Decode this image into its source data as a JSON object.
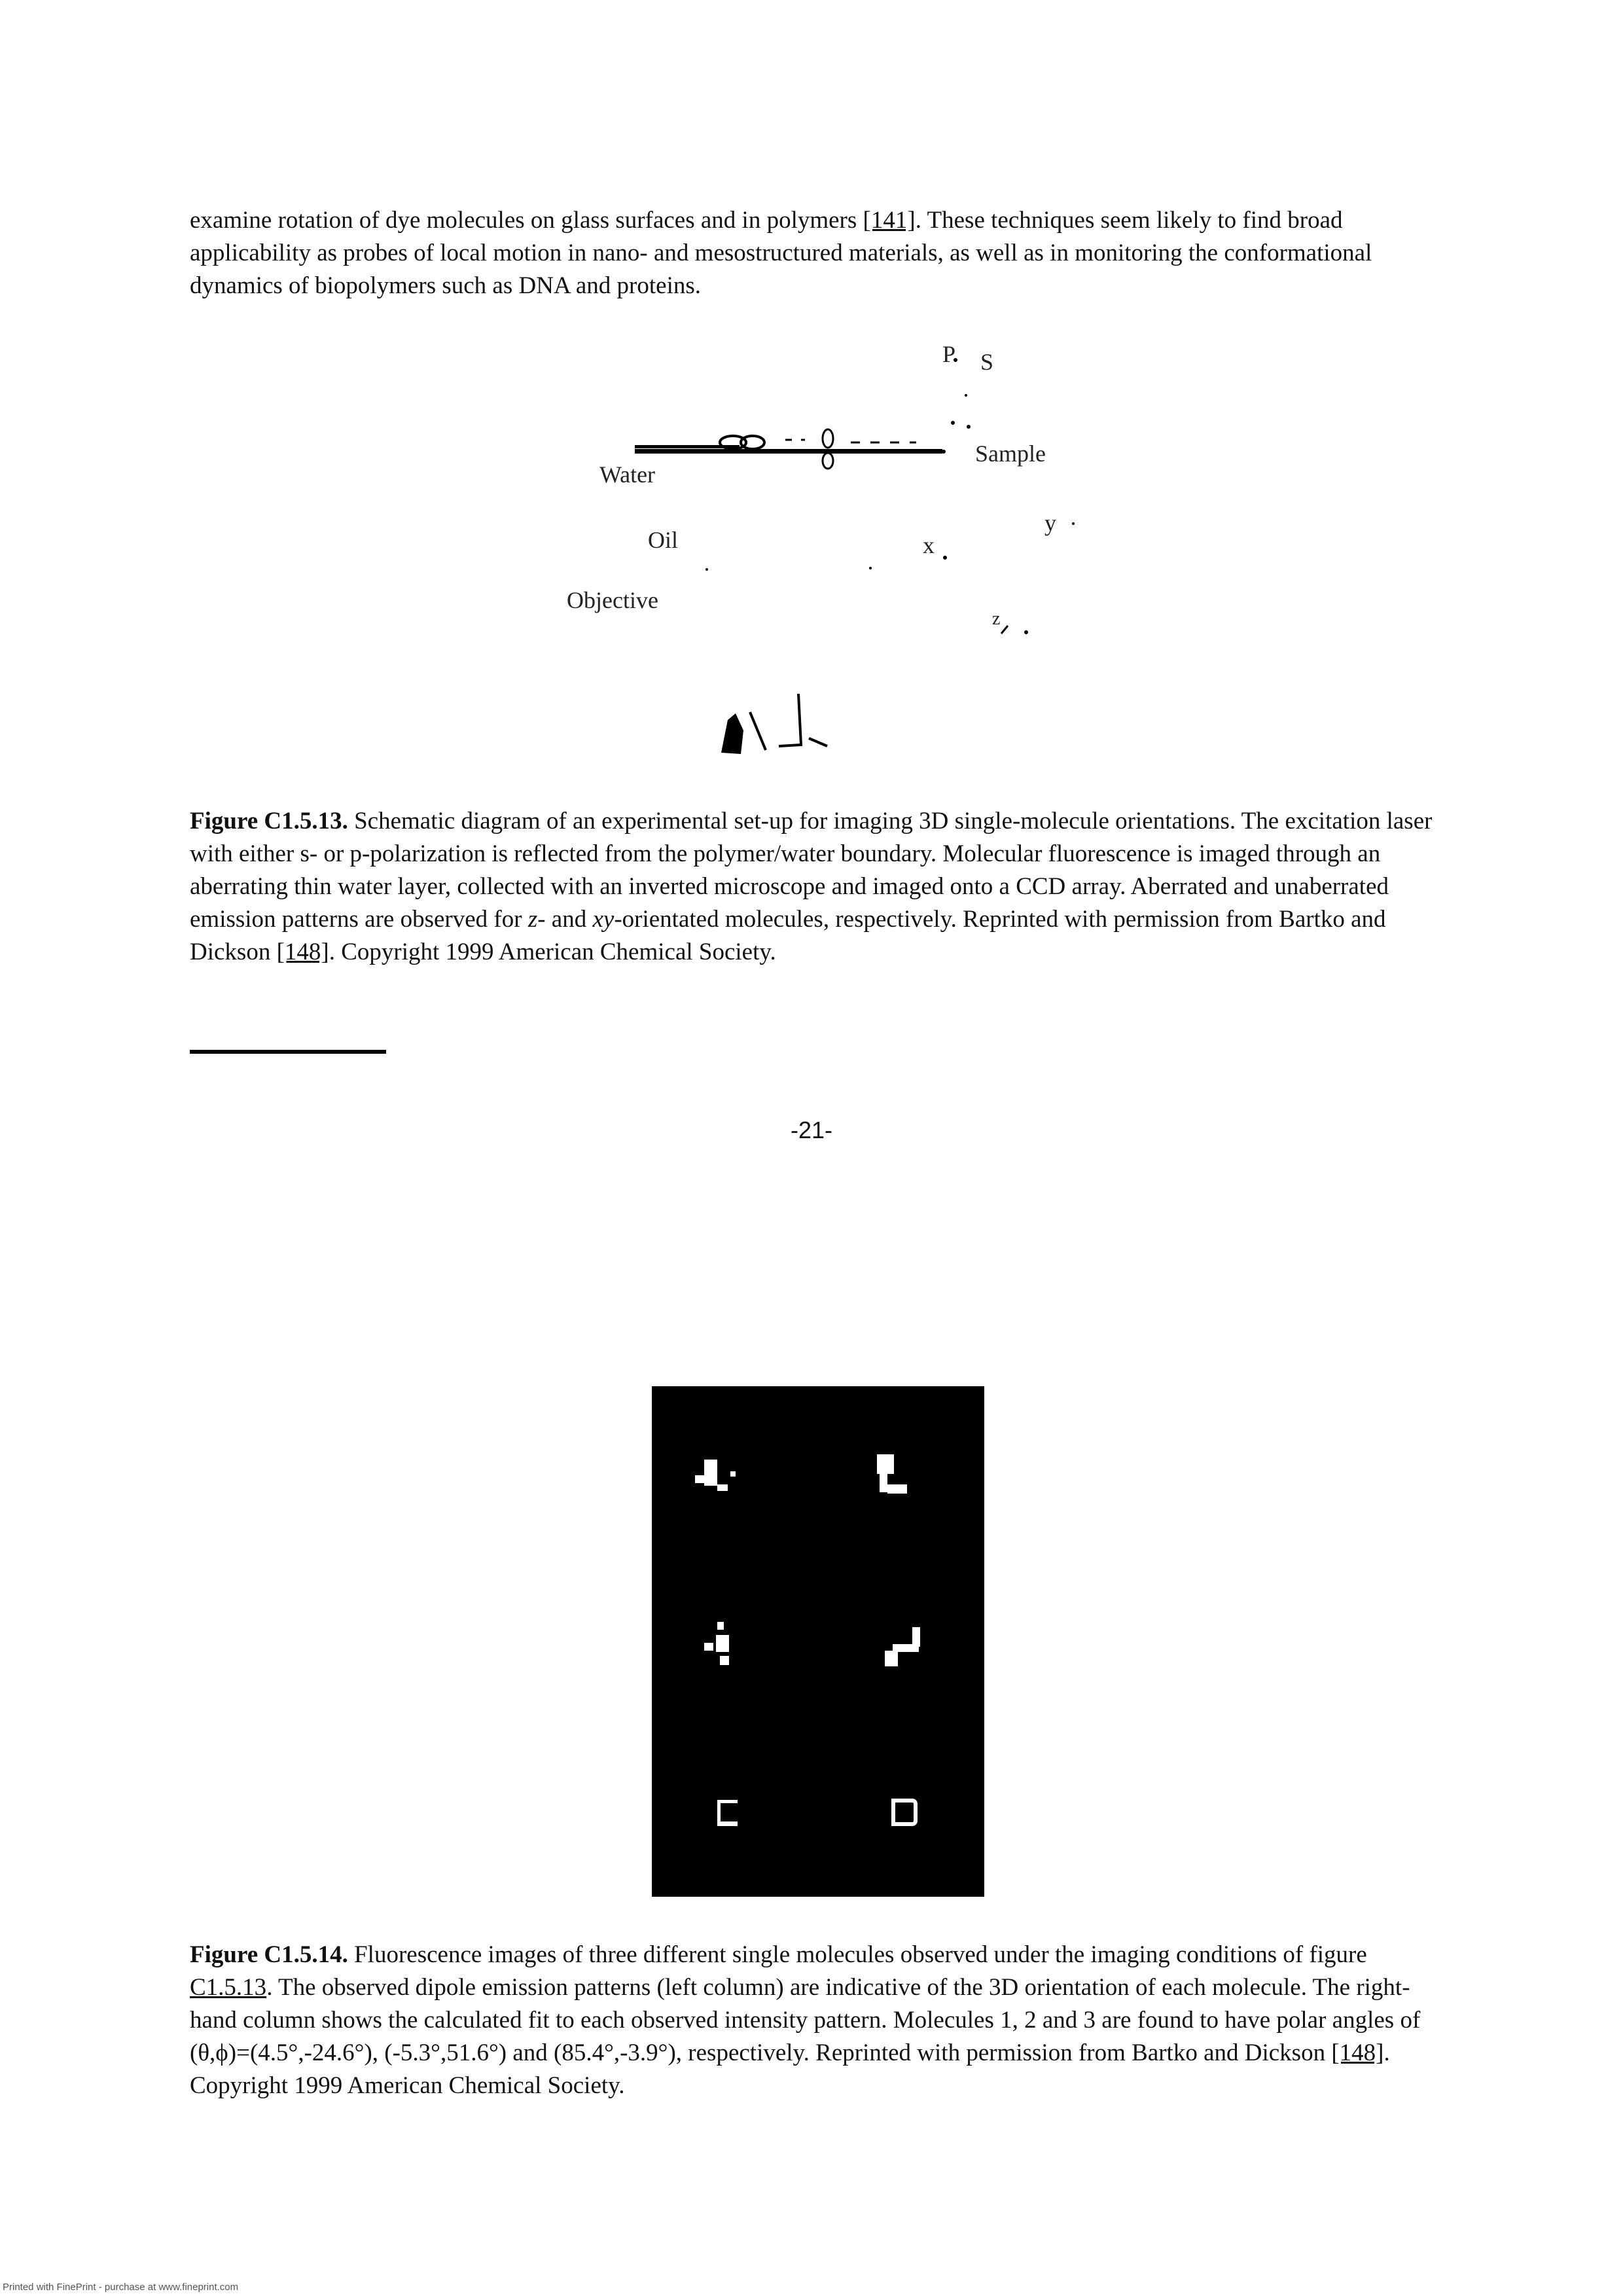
{
  "intro_paragraph": {
    "text_before_ref": "examine rotation of dye molecules on glass surfaces and in polymers ",
    "ref": "[141]",
    "text_after_ref": ". These techniques seem likely to find broad applicability as probes of local motion in nano- and mesostructured materials, as well as in monitoring the conformational dynamics of biopolymers such as DNA and proteins."
  },
  "figure1": {
    "labels": {
      "p": "P",
      "s": "S",
      "water": "Water",
      "sample": "Sample",
      "oil": "Oil",
      "x": "x",
      "y": "y",
      "objective": "Objective",
      "z": "z"
    },
    "caption": {
      "label": "Figure C1.5.13.",
      "text_1": " Schematic diagram of an experimental set-up for imaging 3D single-molecule orientations. The excitation laser with either s- or p-polarization is reflected from the polymer/water boundary. Molecular fluorescence is imaged through an aberrating thin water layer, collected with an inverted microscope and imaged onto a CCD array. Aberrated and unaberrated emission patterns are observed for ",
      "italic_z": "z",
      "text_2": "- and ",
      "italic_xy": "xy",
      "text_3": "-orientated molecules, respectively. Reprinted with permission from Bartko and Dickson ",
      "ref": "[148]",
      "text_4": ". Copyright 1999 American Chemical Society."
    }
  },
  "page_number": "-21-",
  "figure2": {
    "caption": {
      "label": "Figure C1.5.14.",
      "text_1": " Fluorescence images of three different single molecules observed under the imaging conditions of figure ",
      "fig_ref": "C1.5.13",
      "text_2": ". The observed dipole emission patterns (left column) are indicative of the 3D orientation of each molecule. The right-hand column shows the calculated fit to each observed intensity pattern. Molecules 1, 2 and 3 are found to have polar angles of (θ,ϕ)=(4.5°,-24.6°), (-5.3°,51.6°) and (85.4°,-3.9°), respectively. Reprinted with permission from Bartko and Dickson ",
      "ref": "[148]",
      "text_3": ". Copyright 1999 American Chemical Society."
    }
  },
  "footer": "Printed with FinePrint - purchase at www.fineprint.com"
}
